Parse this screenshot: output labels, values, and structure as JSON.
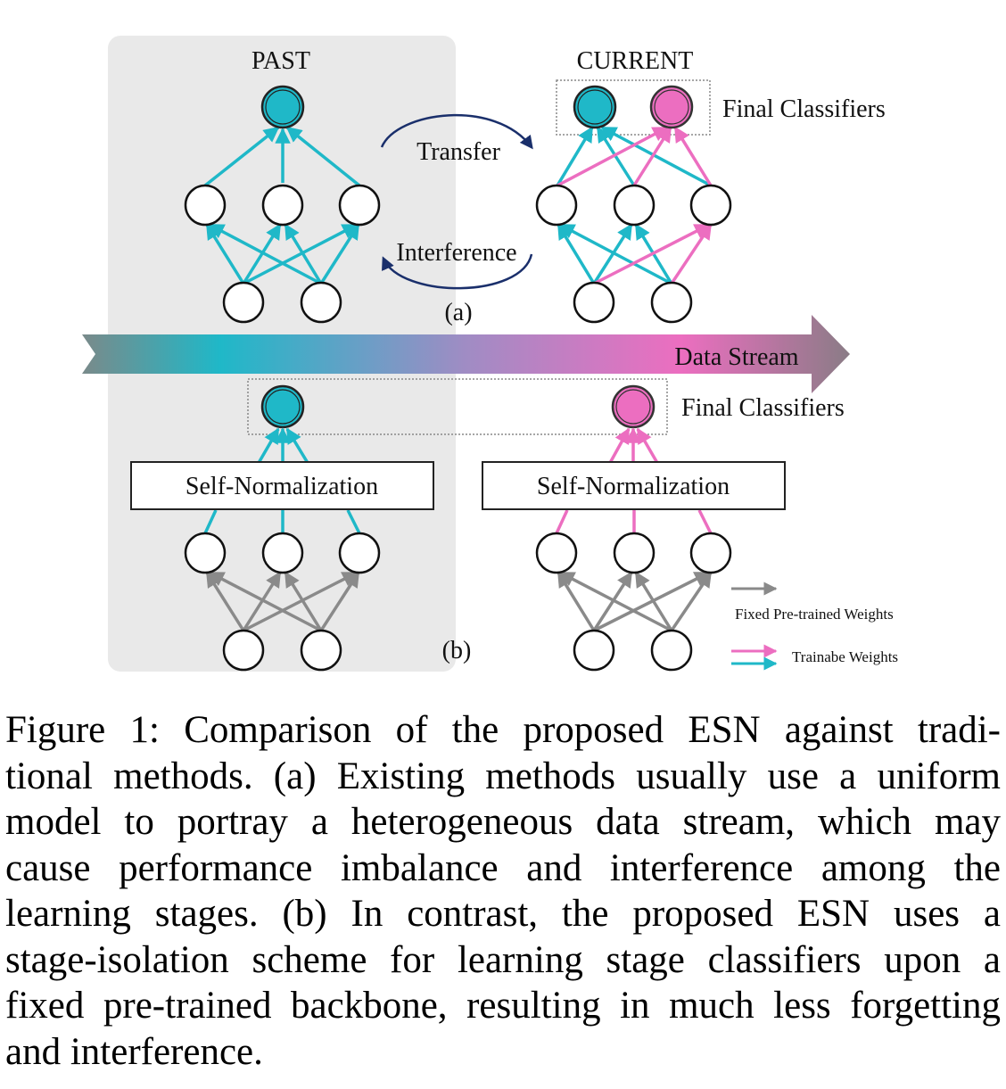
{
  "figure": {
    "panel_a": {
      "label": "(a)",
      "past_title": "PAST",
      "current_title": "CURRENT",
      "final_classifiers_label": "Final Classifiers",
      "transfer_label": "Transfer",
      "interference_label": "Interference"
    },
    "data_stream_label": "Data Stream",
    "panel_b": {
      "label": "(b)",
      "self_norm_left": "Self-Normalization",
      "self_norm_right": "Self-Normalization",
      "final_classifiers_label": "Final Classifiers"
    },
    "legend": {
      "fixed_label": "Fixed Pre-trained Weights",
      "trainable_label": "Trainabe Weights"
    },
    "colors": {
      "teal": "#1fb8c8",
      "pink": "#ec6ec0",
      "gray_edge": "#8a8a8a",
      "panel_bg": "#e9e9e9",
      "navy": "#1a2f6b"
    }
  },
  "caption": {
    "lines": [
      "Figure 1: Comparison of the proposed ESN against tradi-",
      "tional methods. (a) Existing methods usually use a uniform",
      "model to portray a heterogeneous data stream, which may",
      "cause performance imbalance and interference among the",
      "learning stages. (b) In contrast, the proposed ESN uses a",
      "stage-isolation scheme for learning stage classifiers upon a",
      "fixed pre-trained backbone, resulting in much less forgetting",
      "and interference."
    ]
  }
}
